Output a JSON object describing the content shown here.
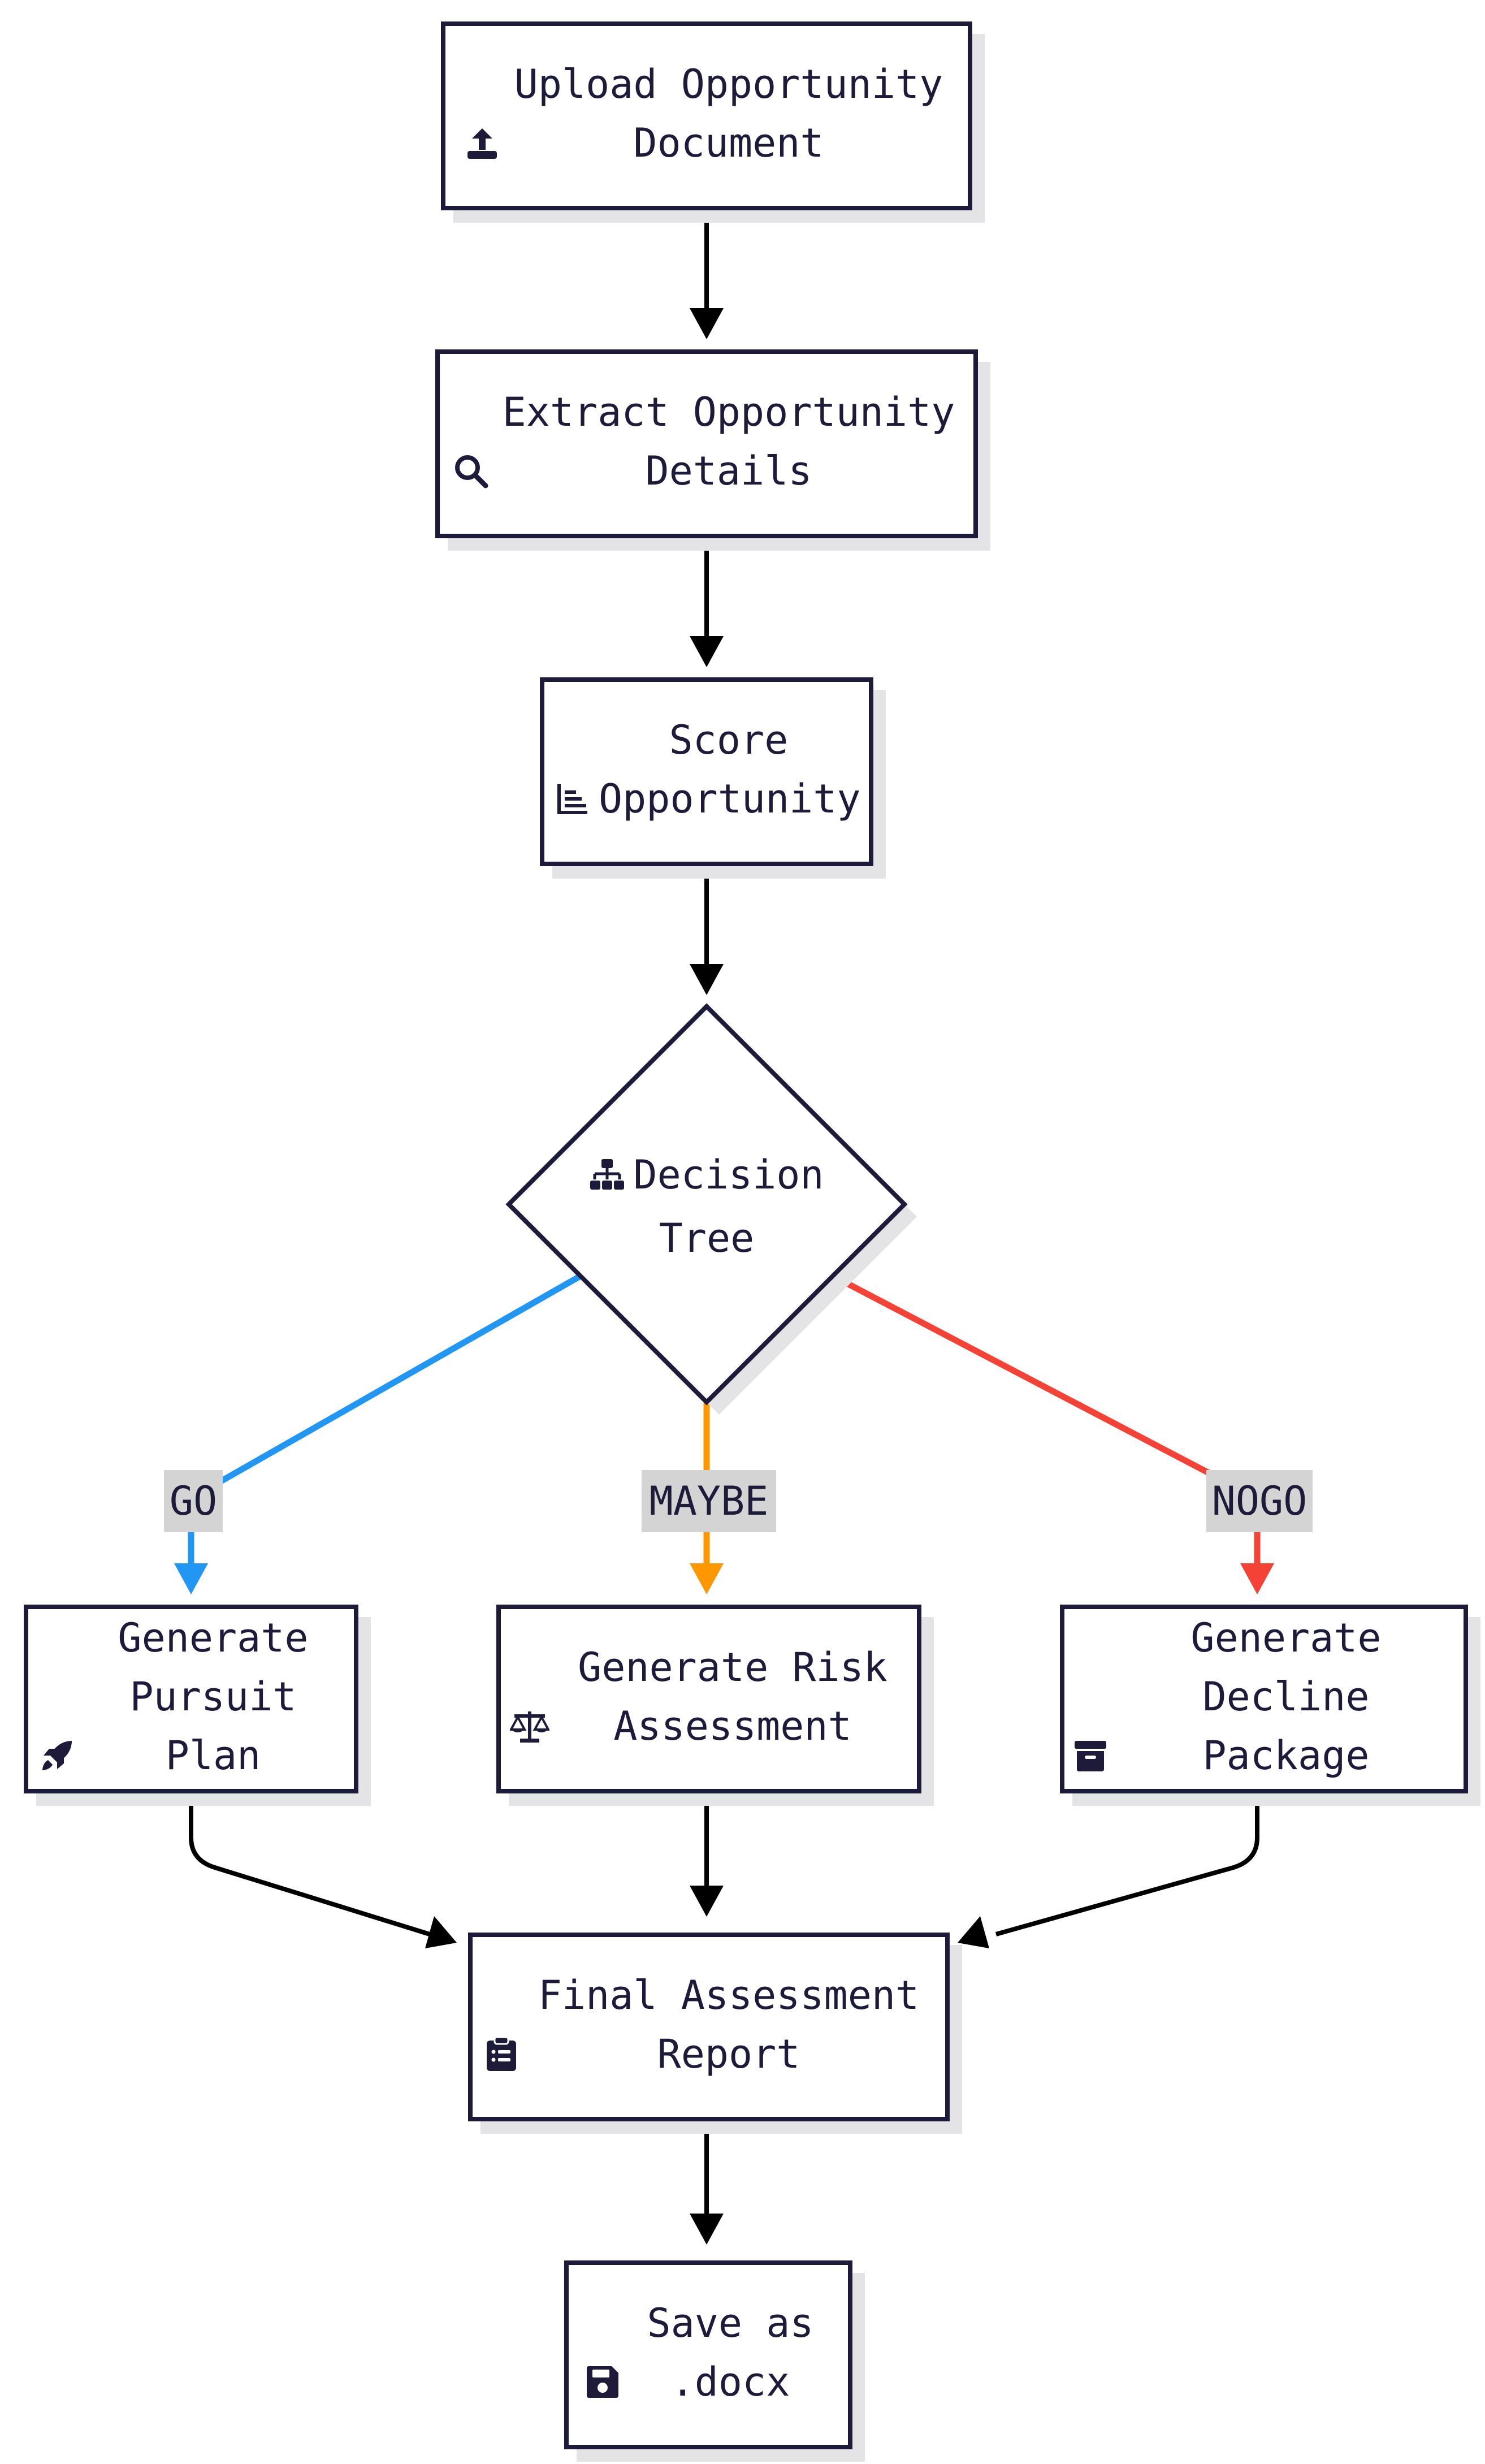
{
  "nodes": {
    "upload": {
      "text": "Upload Opportunity Document",
      "icon": "upload-icon"
    },
    "extract": {
      "text": "Extract Opportunity Details",
      "icon": "search-icon"
    },
    "score": {
      "text": "Score Opportunity",
      "icon": "bar-chart-icon"
    },
    "decision": {
      "text": "Decision Tree",
      "icon": "sitemap-icon"
    },
    "pursuit": {
      "text": "Generate Pursuit Plan",
      "icon": "rocket-icon"
    },
    "risk": {
      "text": "Generate Risk Assessment",
      "icon": "balance-scale-icon"
    },
    "decline": {
      "text": "Generate Decline Package",
      "icon": "archive-icon"
    },
    "report": {
      "text": "Final Assessment Report",
      "icon": "clipboard-list-icon"
    },
    "save": {
      "text": "Save as .docx",
      "icon": "save-icon"
    }
  },
  "edges": {
    "go": {
      "label": "GO",
      "color": "#2196f3"
    },
    "maybe": {
      "label": "MAYBE",
      "color": "#ff9800"
    },
    "nogo": {
      "label": "NOGO",
      "color": "#f44336"
    }
  },
  "colors": {
    "ink": "#1e1b3a",
    "shadow": "#e4e4e7",
    "label_bg": "#d4d4d4"
  }
}
